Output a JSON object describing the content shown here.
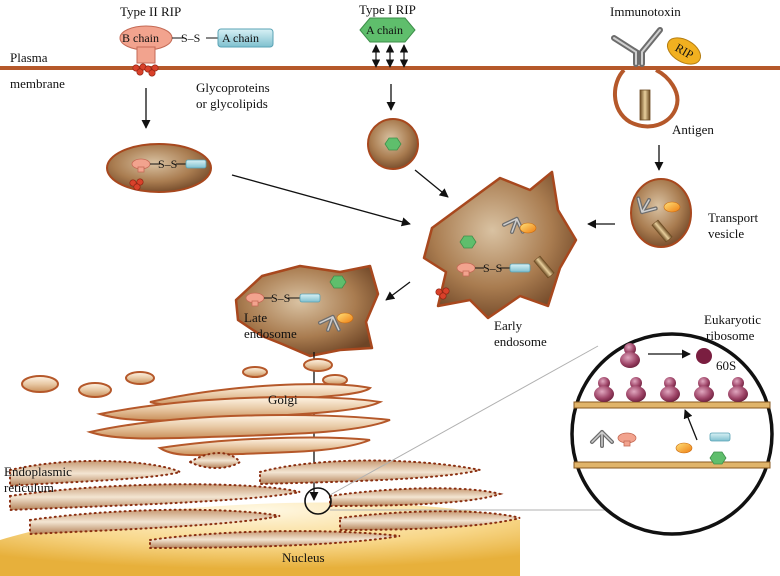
{
  "labels": {
    "type2_rip": "Type II RIP",
    "type1_rip": "Type I RIP",
    "immunotoxin": "Immunotoxin",
    "plasma": "Plasma",
    "membrane": "membrane",
    "glyco_line1": "Glycoproteins",
    "glyco_line2": "or glycolipids",
    "antigen": "Antigen",
    "transport_line1": "Transport",
    "transport_line2": "vesicle",
    "late_line1": "Late",
    "late_line2": "endosome",
    "early_line1": "Early",
    "early_line2": "endosome",
    "eukaryotic_line1": "Eukaryotic",
    "eukaryotic_line2": "ribosome",
    "sixty_s": "60S",
    "golgi": "Golgi",
    "er_line1": "Endoplasmic",
    "er_line2": "reticulum",
    "nucleus": "Nucleus",
    "b_chain": "B chain",
    "a_chain": "A chain",
    "a_chain_type1": "A chain",
    "disulfide": "S–S",
    "rip_tag": "RIP"
  },
  "colors": {
    "membrane": "#b5582a",
    "vesicle": "#a97c50",
    "vesicle_outline": "#a8481e",
    "a_chain": "#9fd3df",
    "type1_chain": "#5fbe6c",
    "b_chain": "#f2a38e",
    "glyco_dot": "#d9412a",
    "rip_tag": "#f1b020",
    "ribosome": "#8a2a4c",
    "nucleus": "#f5c65c"
  }
}
